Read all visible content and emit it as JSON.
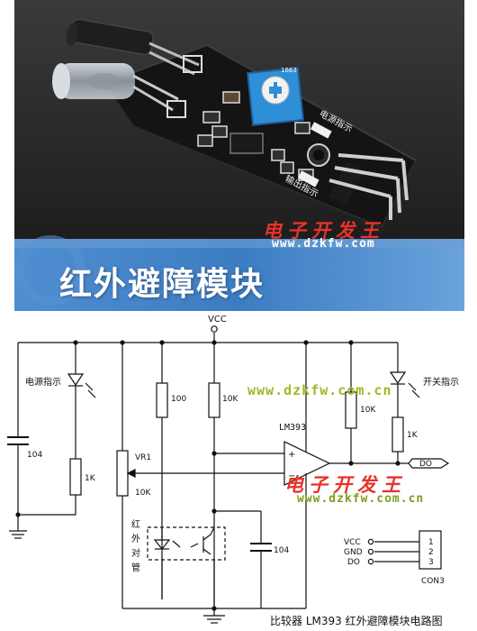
{
  "banner": {
    "title": "红外避障模块"
  },
  "board": {
    "pot_label": "1663",
    "power_led_label": "电源指示",
    "output_led_label": "输出指示"
  },
  "watermark": {
    "brand_cn": "电子开发王",
    "url_short": "www.dzkfw.com",
    "url_full": "www.dzkfw.com.cn"
  },
  "schematic": {
    "vcc": "VCC",
    "power_indicator": "电源指示",
    "switch_indicator": "开关指示",
    "r_100": "100",
    "r_10k_a": "10K",
    "r_10k_b": "10K",
    "r_1k_a": "1K",
    "r_1k_b": "1K",
    "cap_104_a": "104",
    "cap_104_b": "104",
    "vr1": "VR1",
    "vr1_value": "10K",
    "comparator": "LM393",
    "plus": "+",
    "minus": "−",
    "output": "DO",
    "ir_pair": [
      "红",
      "外",
      "对",
      "管"
    ],
    "connector": {
      "name": "CON3",
      "pins": [
        {
          "label": "VCC",
          "num": "1"
        },
        {
          "label": "GND",
          "num": "2"
        },
        {
          "label": "DO",
          "num": "3"
        }
      ]
    },
    "caption": "比较器 LM393 红外避障模块电路图"
  },
  "colors": {
    "board": "#141414",
    "pot": "#2f8fd6",
    "banner": "#2f72b8",
    "watermark_red": "#e8322b",
    "watermark_green": "#7d9e1a"
  }
}
